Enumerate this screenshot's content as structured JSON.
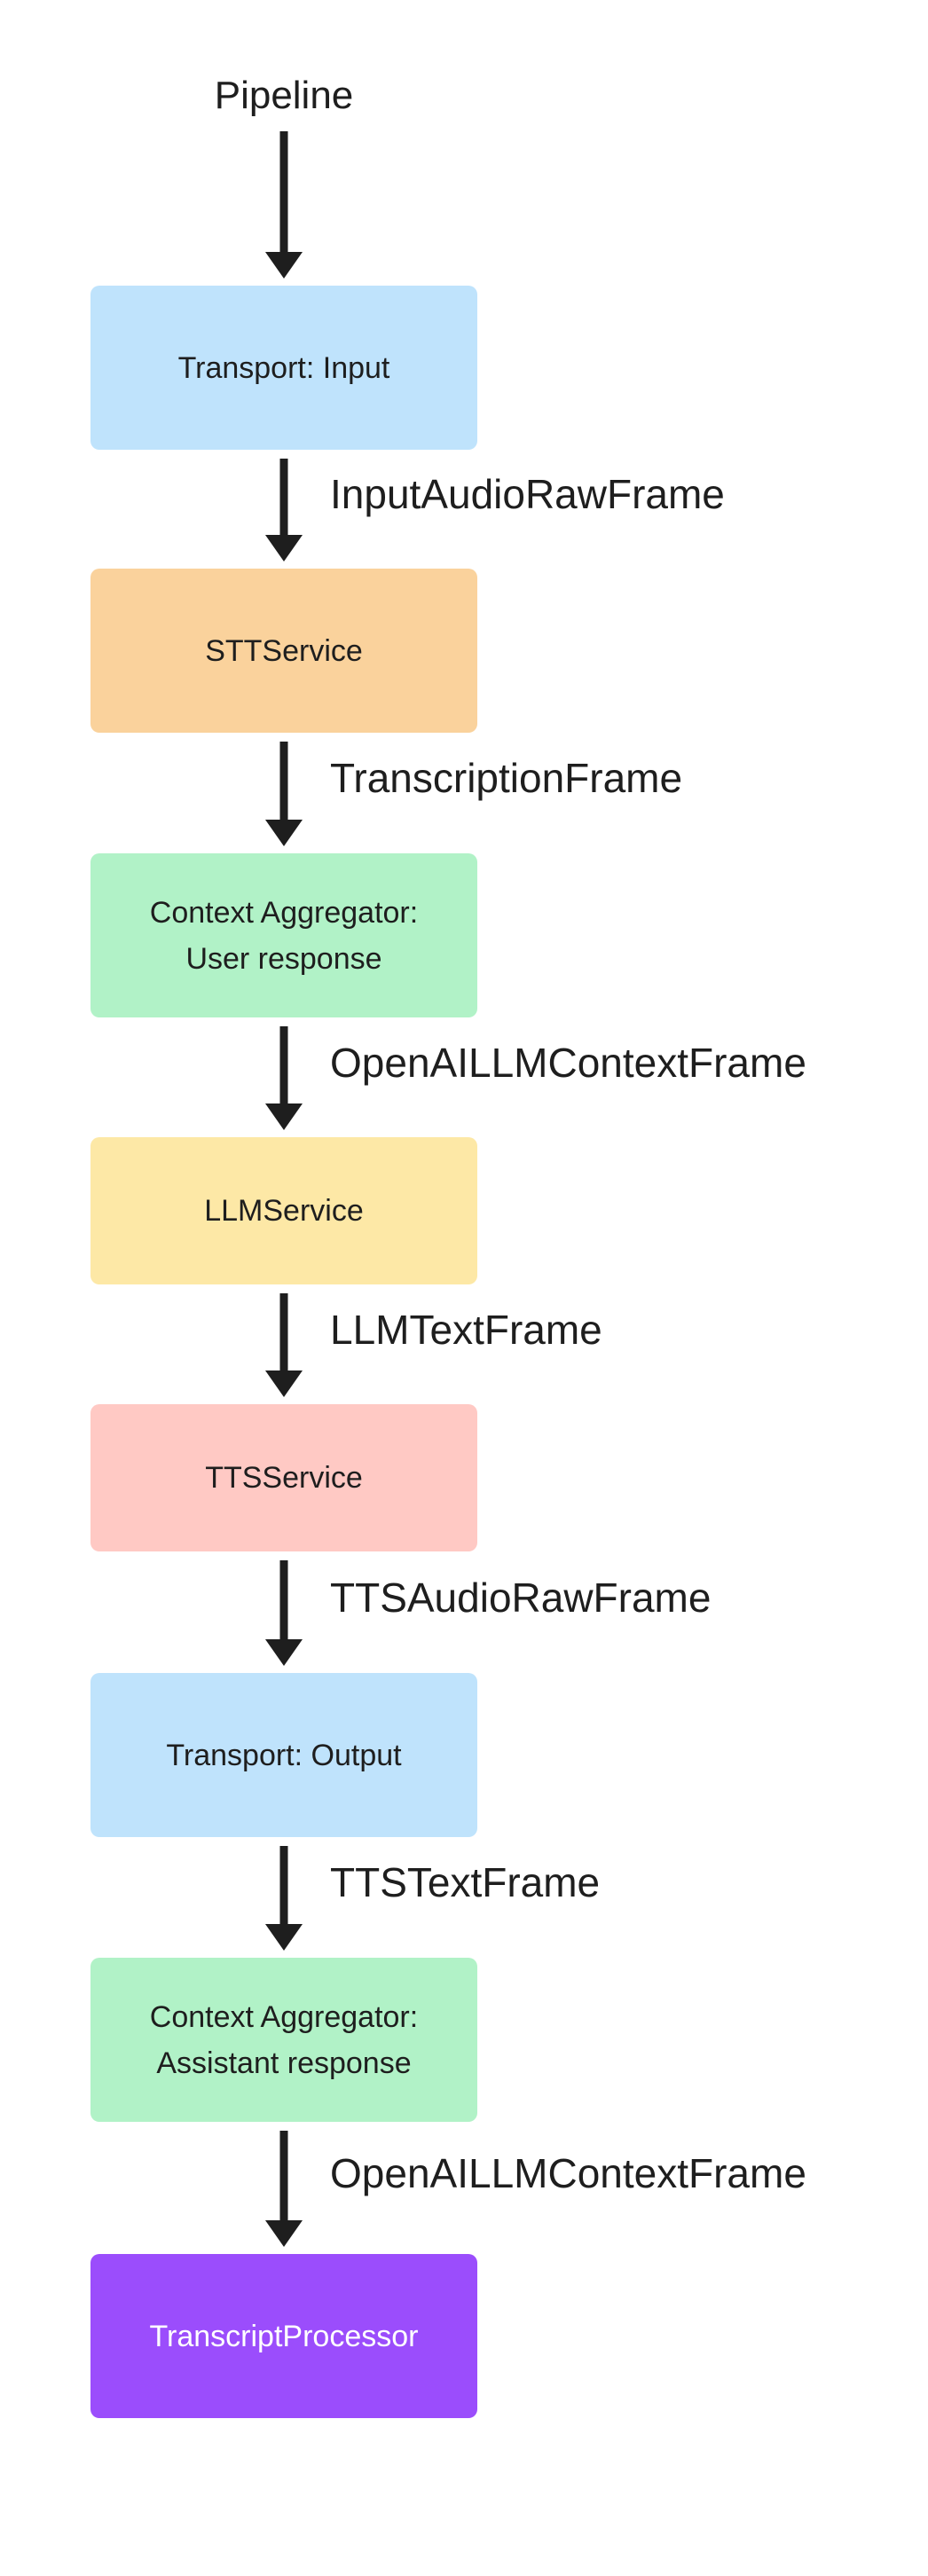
{
  "diagram": {
    "title": "Pipeline",
    "nodes": [
      {
        "id": "transport-input",
        "lines": [
          "Transport: Input"
        ],
        "color": "#bfe3fc",
        "text_color": "#1e1e1e"
      },
      {
        "id": "stt-service",
        "lines": [
          "STTService"
        ],
        "color": "#fad29c",
        "text_color": "#1e1e1e"
      },
      {
        "id": "context-aggregator-user",
        "lines": [
          "Context Aggregator:",
          "User response"
        ],
        "color": "#b1f2c7",
        "text_color": "#1e1e1e"
      },
      {
        "id": "llm-service",
        "lines": [
          "LLMService"
        ],
        "color": "#fde8a6",
        "text_color": "#1e1e1e"
      },
      {
        "id": "tts-service",
        "lines": [
          "TTSService"
        ],
        "color": "#ffc9c4",
        "text_color": "#1e1e1e"
      },
      {
        "id": "transport-output",
        "lines": [
          "Transport: Output"
        ],
        "color": "#bfe3fc",
        "text_color": "#1e1e1e"
      },
      {
        "id": "context-aggregator-assistant",
        "lines": [
          "Context Aggregator:",
          "Assistant response"
        ],
        "color": "#b1f2c7",
        "text_color": "#1e1e1e"
      },
      {
        "id": "transcript-processor",
        "lines": [
          "TranscriptProcessor"
        ],
        "color": "#9b4dfc",
        "text_color": "#ffffff"
      }
    ],
    "edges": [
      {
        "from": "title",
        "to": "transport-input",
        "label": ""
      },
      {
        "from": "transport-input",
        "to": "stt-service",
        "label": "InputAudioRawFrame"
      },
      {
        "from": "stt-service",
        "to": "context-aggregator-user",
        "label": "TranscriptionFrame"
      },
      {
        "from": "context-aggregator-user",
        "to": "llm-service",
        "label": "OpenAILLMContextFrame"
      },
      {
        "from": "llm-service",
        "to": "tts-service",
        "label": "LLMTextFrame"
      },
      {
        "from": "tts-service",
        "to": "transport-output",
        "label": "TTSAudioRawFrame"
      },
      {
        "from": "transport-output",
        "to": "context-aggregator-assistant",
        "label": "TTSTextFrame"
      },
      {
        "from": "context-aggregator-assistant",
        "to": "transcript-processor",
        "label": "OpenAILLMContextFrame"
      }
    ],
    "arrow_color": "#1e1e1e"
  }
}
